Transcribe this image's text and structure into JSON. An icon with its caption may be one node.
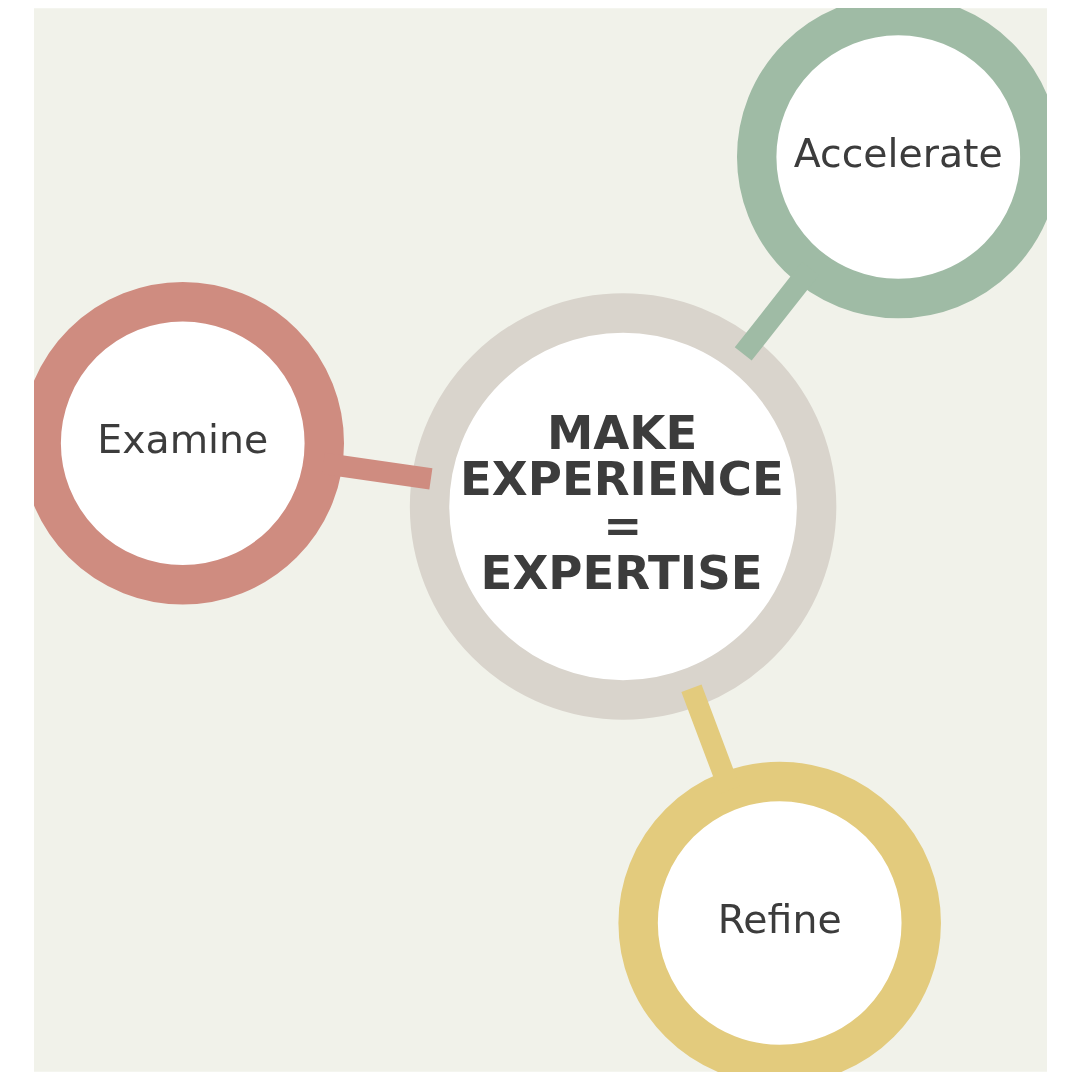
{
  "diagram": {
    "nodes": [
      {
        "text": [
          "Accelerate"
        ]
      },
      {
        "text": [
          "MAKE EXPERIENCE = EXPERTISE"
        ]
      },
      {
        "text": [
          "Refine"
        ]
      },
      {
        "text": [
          "Examine"
        ]
      }
    ],
    "edges": [
      {
        "from": 0,
        "to": 1,
        "arrow": "none",
        "color": "#9fbba5"
      },
      {
        "from": 2,
        "to": 1,
        "arrow": "none",
        "color": "#e3cb7d"
      },
      {
        "from": 3,
        "to": 1,
        "arrow": "none",
        "color": "#cf8c80"
      }
    ]
  }
}
